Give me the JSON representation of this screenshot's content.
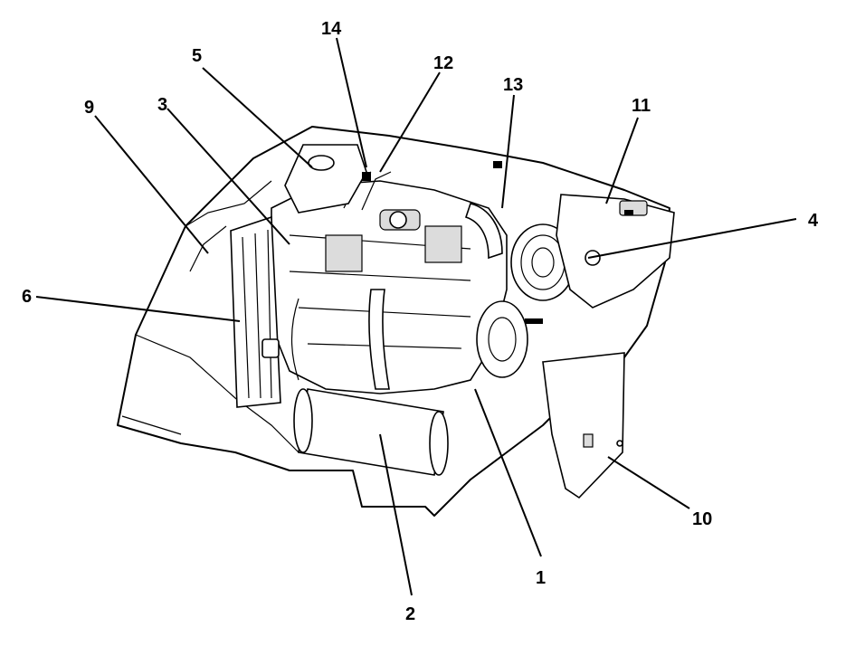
{
  "callouts": [
    {
      "id": "1",
      "label": "1"
    },
    {
      "id": "2",
      "label": "2"
    },
    {
      "id": "3",
      "label": "3"
    },
    {
      "id": "4",
      "label": "4"
    },
    {
      "id": "5",
      "label": "5"
    },
    {
      "id": "6",
      "label": "6"
    },
    {
      "id": "9",
      "label": "9"
    },
    {
      "id": "10",
      "label": "10"
    },
    {
      "id": "11",
      "label": "11"
    },
    {
      "id": "12",
      "label": "12"
    },
    {
      "id": "13",
      "label": "13"
    },
    {
      "id": "14",
      "label": "14"
    }
  ],
  "colors": {
    "ink": "#000000",
    "paper": "#ffffff"
  }
}
